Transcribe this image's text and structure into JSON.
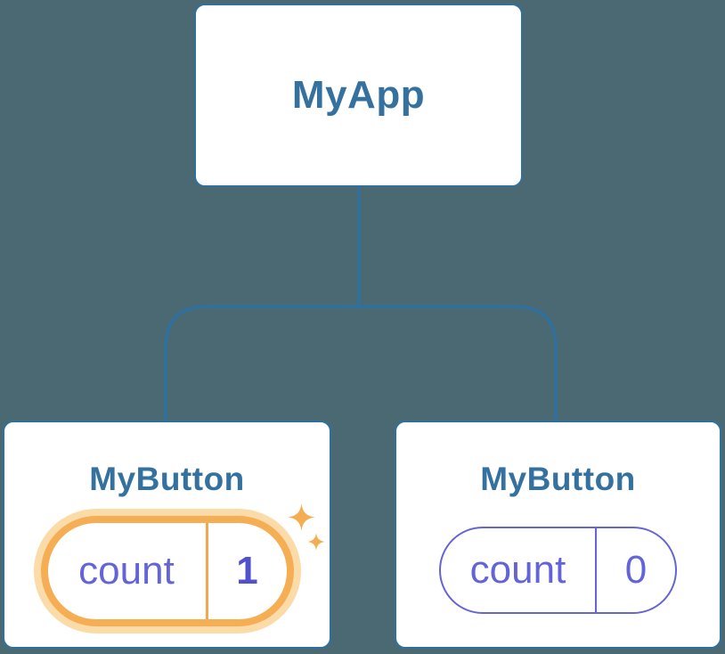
{
  "diagram": {
    "kind": "react-component-tree",
    "background_color": "#4B6973",
    "connector_color": "#2F709F"
  },
  "tree": {
    "root": {
      "label": "MyApp"
    },
    "children": [
      {
        "label": "MyButton",
        "state": {
          "key": "count",
          "value": "1"
        },
        "highlighted": true,
        "highlight_color": "#F6AE55",
        "highlight_glow_color": "#FBDCA9"
      },
      {
        "label": "MyButton",
        "state": {
          "key": "count",
          "value": "0"
        },
        "highlighted": false,
        "border_color": "#6464D9"
      }
    ]
  },
  "colors": {
    "node_background": "#FFFFFF",
    "node_border_blue": "#2F709F",
    "node_title_blue": "#35719F",
    "state_purple": "#6464D9",
    "state_value_bold_purple": "#5151CC",
    "highlight_orange": "#F6AE55",
    "highlight_glow": "#FBDCA9",
    "sparkle_orange": "#F5AD51"
  },
  "icons": {
    "sparkle_large": "sparkle-icon",
    "sparkle_small": "sparkle-icon"
  }
}
